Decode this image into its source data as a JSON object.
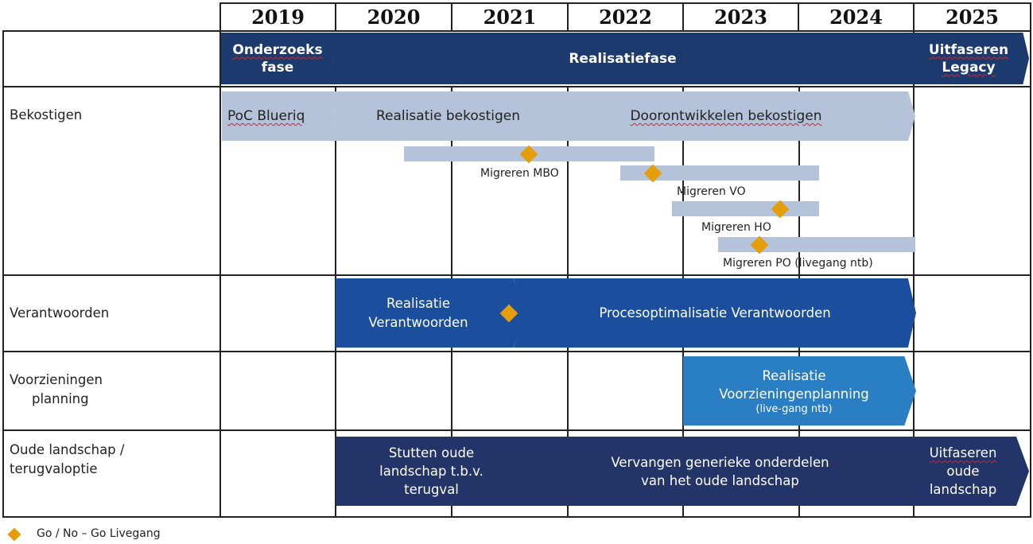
{
  "header": {
    "years": [
      "2019",
      "2020",
      "2021",
      "2022",
      "2023",
      "2024",
      "2025"
    ]
  },
  "phases": {
    "onderzoeksfase": {
      "line1": "Onderzoeks",
      "line2": "fase"
    },
    "realisatiefase": "Realisatiefase",
    "uitfaseren_legacy": {
      "line1": "Uitfaseren",
      "line2": "Legacy"
    }
  },
  "rows": [
    {
      "label_line1": "Bekostigen",
      "label_line2": ""
    },
    {
      "label_line1": "Verantwoorden",
      "label_line2": ""
    },
    {
      "label_line1": "Voorzieningen",
      "label_line2": "planning"
    },
    {
      "label_line1": "Oude landschap /",
      "label_line2": "terugvaloptie"
    }
  ],
  "bekostigen": {
    "poc": "PoC Blueriq",
    "realisatie": "Realisatie bekostigen",
    "doorontwikkelen": "Doorontwikkelen bekostigen",
    "migrations": [
      {
        "label": "Migreren MBO"
      },
      {
        "label": "Migreren VO"
      },
      {
        "label": "Migreren HO"
      },
      {
        "label": "Migreren PO (livegang ntb)"
      }
    ]
  },
  "verantwoorden": {
    "realisatie": {
      "line1": "Realisatie",
      "line2": "Verantwoorden"
    },
    "procesoptimalisatie": "Procesoptimalisatie Verantwoorden"
  },
  "voorzieningen": {
    "line1": "Realisatie",
    "line2": "Voorzieningenplanning",
    "note": "(live-gang ntb)"
  },
  "oude_landschap": {
    "stutten": {
      "line1": "Stutten oude",
      "line2": "landschap t.b.v.",
      "line3": "terugval"
    },
    "vervangen": {
      "line1": "Vervangen generieke onderdelen",
      "line2": "van het oude landschap"
    },
    "uitfaseren": {
      "line1": "Uitfaseren",
      "line2": "oude",
      "line3": "landschap"
    }
  },
  "legend": {
    "label": "Go / No – Go Livegang"
  },
  "colors": {
    "milestone": "#e69d0a",
    "phase_dark": "#1d3a6e",
    "bekostigen_light": "#b4c3da",
    "verantwoorden_blue": "#1b4f9e",
    "voorzieningen_cyan": "#2a7ec4",
    "oude_navy": "#233468"
  }
}
